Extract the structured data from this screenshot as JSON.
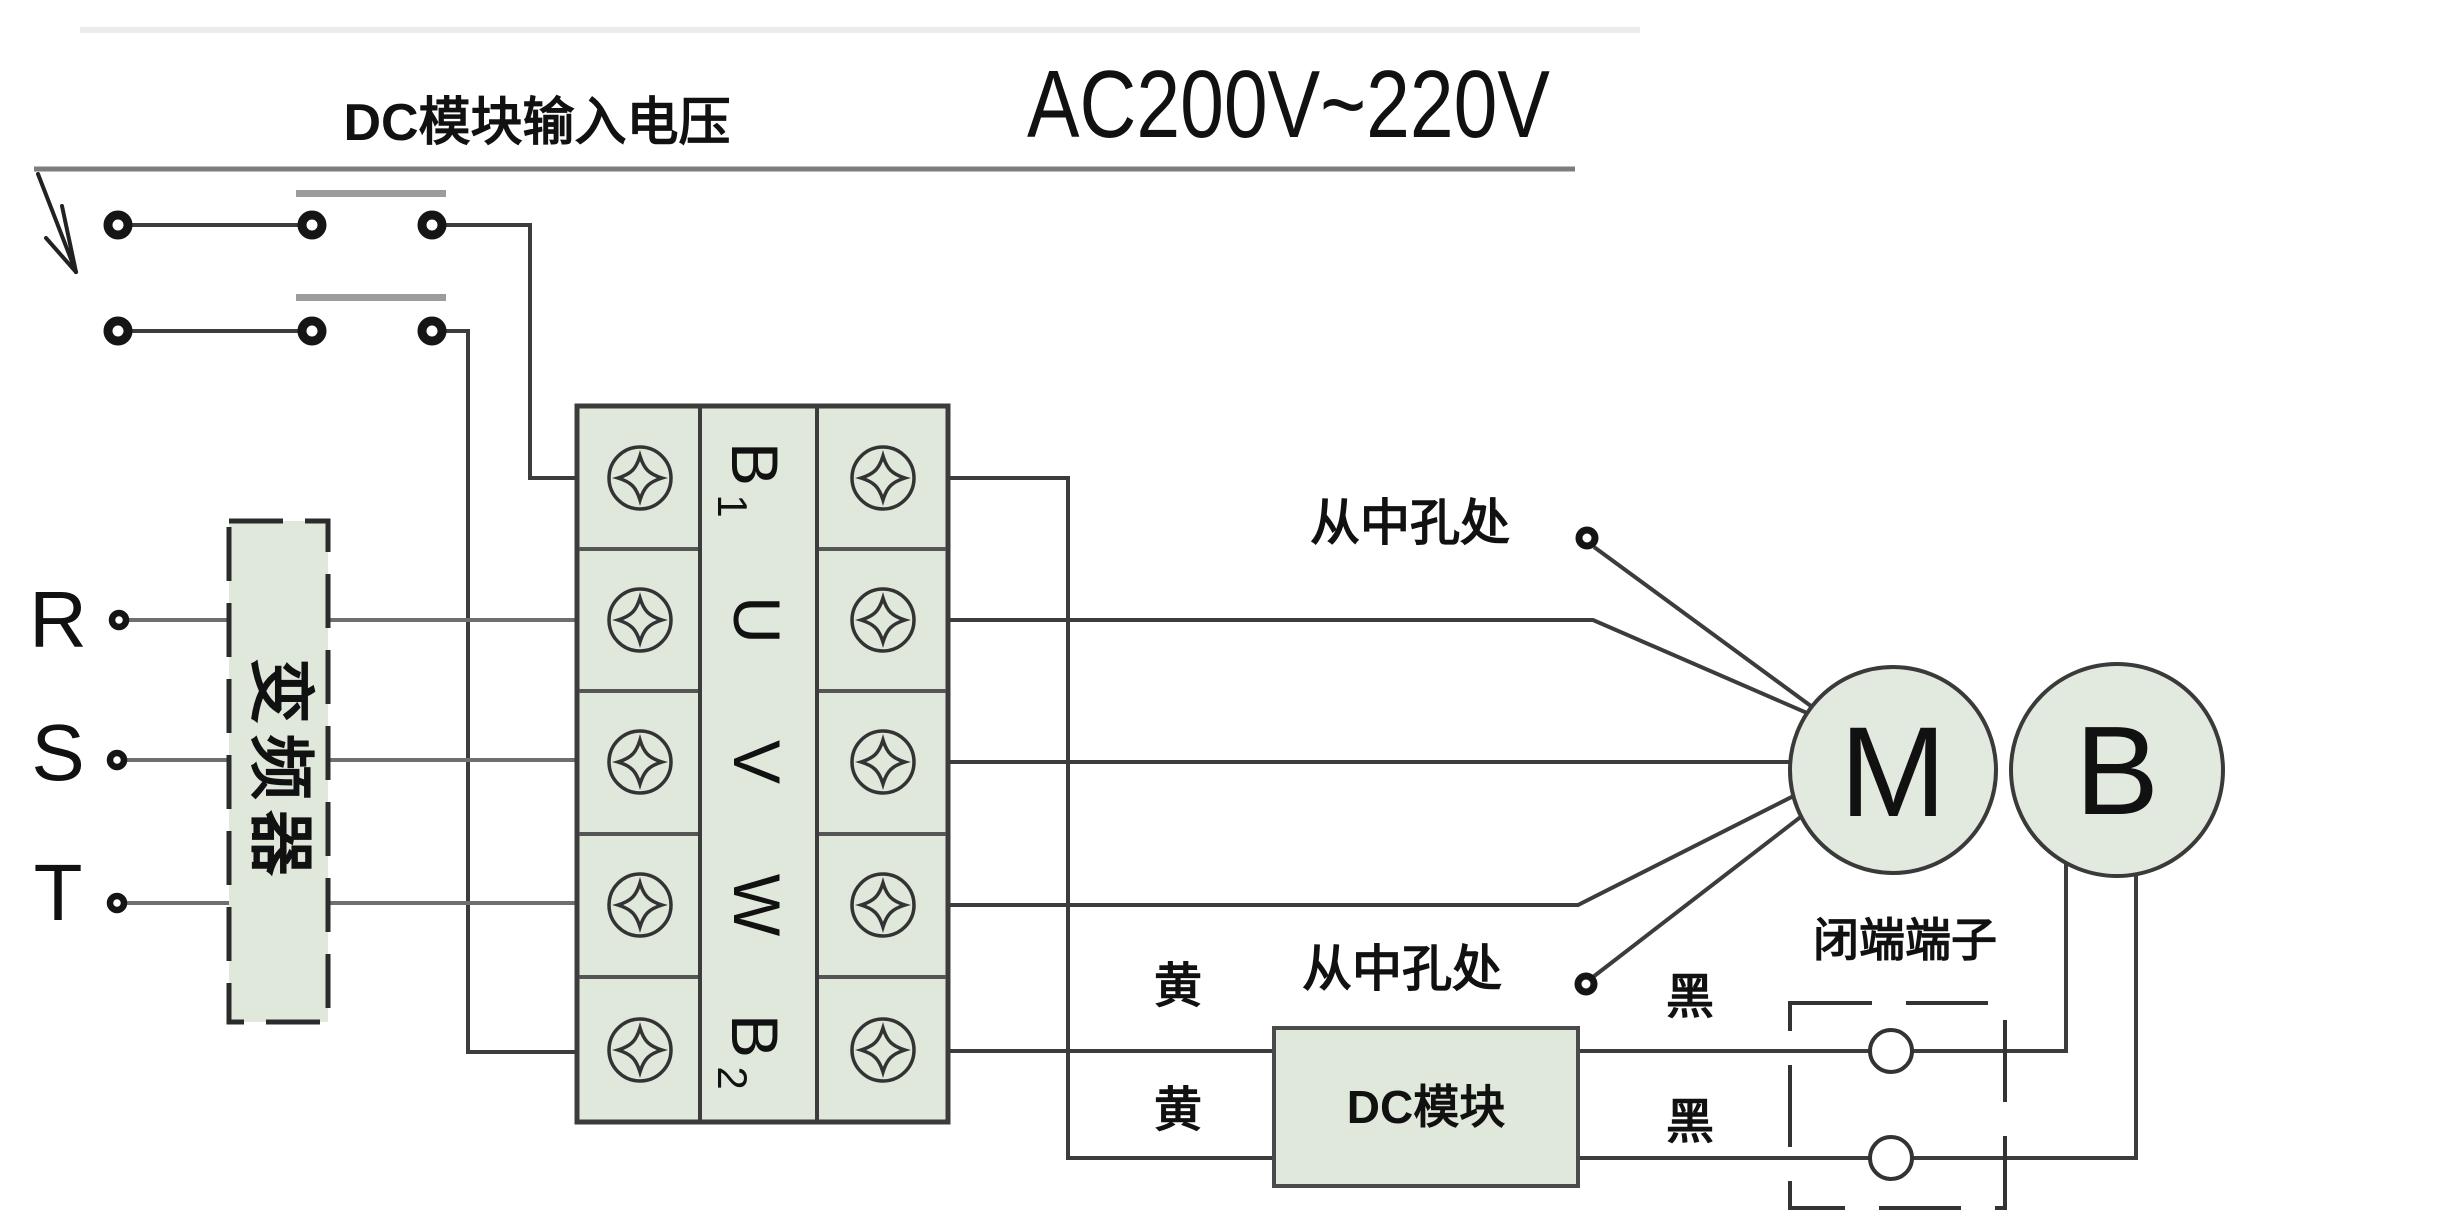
{
  "colors": {
    "panel_green": "#dfe8db",
    "line_dark": "#3c3c3c",
    "line_gray": "#6f6f6f",
    "bar_gray": "#9c9c9c",
    "ac_line_gray": "#7d7d7d",
    "text_black": "#111111"
  },
  "header": {
    "dc_input_label": "DC模块输入电压",
    "ac_voltage": "AC200V~220V"
  },
  "inverter": {
    "label": "变频器"
  },
  "phases": {
    "r": "R",
    "s": "S",
    "t": "T"
  },
  "terminal_block": {
    "b1_main": "B",
    "b1_sub": "1",
    "u": "U",
    "v": "V",
    "w": "W",
    "b2_main": "B",
    "b2_sub": "2"
  },
  "annotations": {
    "hole_top": "从中孔处",
    "hole_bottom": "从中孔处",
    "closed_end": "闭端端子"
  },
  "dc_module": {
    "label": "DC模块"
  },
  "wire_labels": {
    "yellow_top": "黄",
    "yellow_bottom": "黄",
    "black_top": "黑",
    "black_bottom": "黑"
  },
  "motor": {
    "label": "M"
  },
  "brake": {
    "label": "B"
  }
}
